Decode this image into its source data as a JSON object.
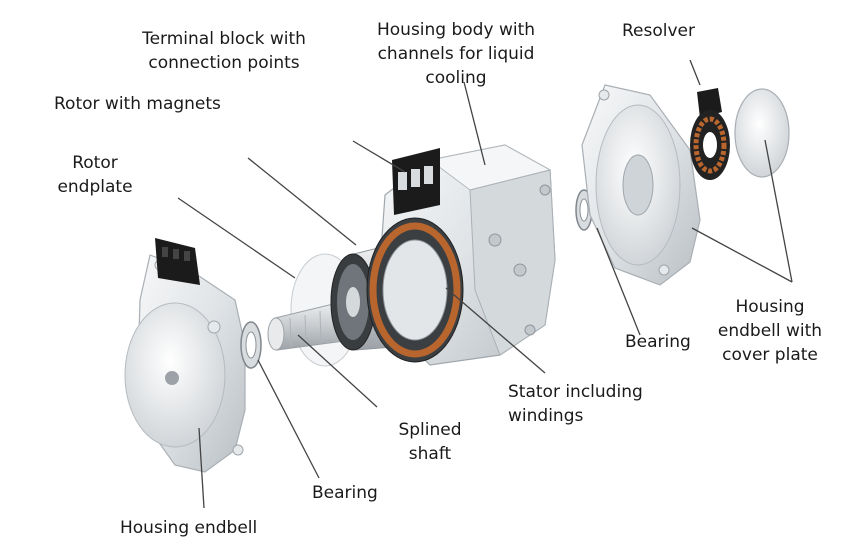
{
  "colors": {
    "text": "#1a1a1a",
    "leader_line": "#444444",
    "metal_light": "#eef1f3",
    "metal_mid": "#cfd4d8",
    "metal_dark": "#9ea5ab",
    "copper": "#b8662e",
    "black_part": "#1b1b1b"
  },
  "labels": {
    "terminal_block": "Terminal block with\nconnection points",
    "housing_body": "Housing body with\nchannels for liquid\ncooling",
    "resolver": "Resolver",
    "rotor_with_magnets": "Rotor with magnets",
    "rotor_endplate": "Rotor\nendplate",
    "housing_endbell_cover": "Housing\nendbell with\ncover plate",
    "bearing_right": "Bearing",
    "stator": "Stator including\nwindings",
    "splined_shaft": "Splined\nshaft",
    "bearing_left": "Bearing",
    "housing_endbell": "Housing endbell"
  }
}
